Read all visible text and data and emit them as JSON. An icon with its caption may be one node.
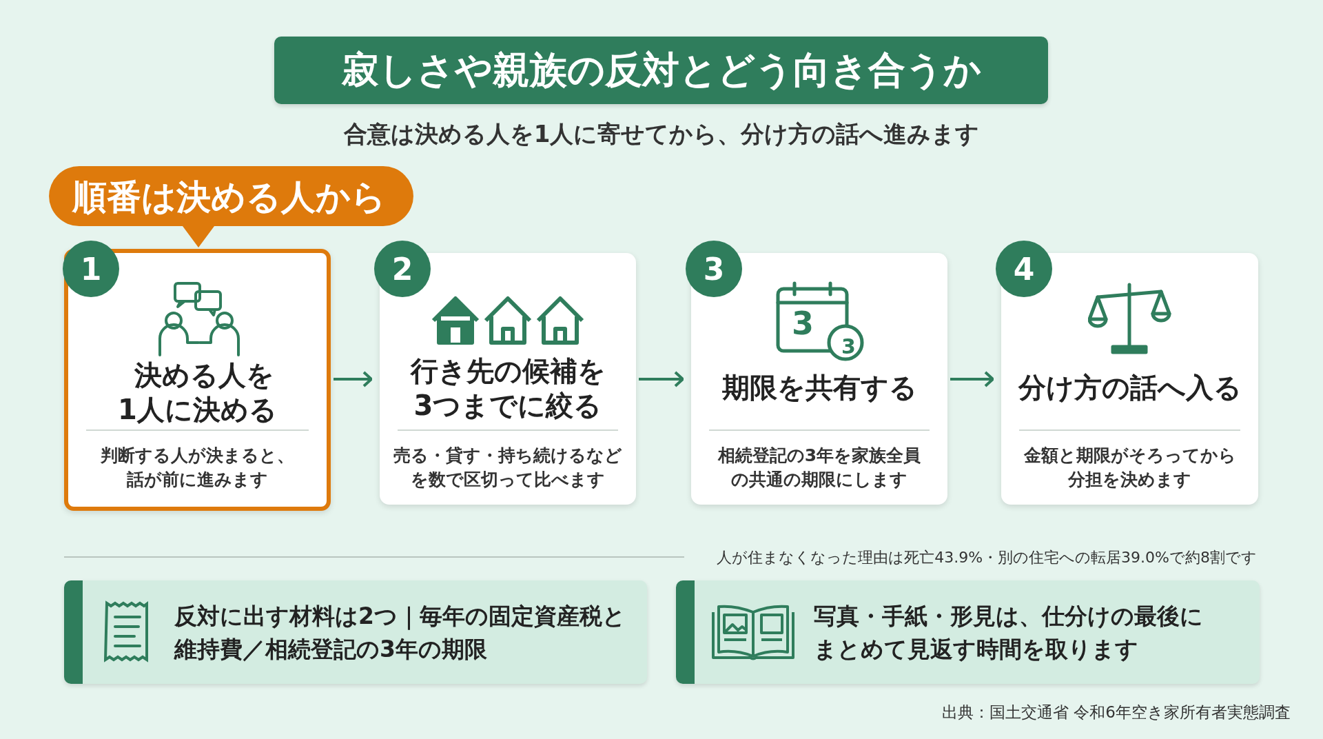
{
  "diagram": {
    "title": "寂しさや親族の反対とどう向き合うか",
    "nodes": [
      {
        "text": [
          "順番は決める人から"
        ]
      },
      {
        "text": [
          "1",
          "決める人を1人に決める",
          "判断する人が決まると、話が前に進みます"
        ]
      },
      {
        "text": [
          "2",
          "行き先の候補を3つまでに絞る",
          "売る・貸す・持ち続けるなどを数で区切って比べます"
        ]
      },
      {
        "text": [
          "3",
          "期限を共有する",
          "相続登記の3年を家族全員の共通の期限にします"
        ]
      },
      {
        "text": [
          "4",
          "分け方の話へ入る",
          "金額と期限がそろってから分担を決めます"
        ]
      },
      {
        "text": [
          "反対に出す材料は2つ｜毎年の固定資産税と維持費／相続登記の3年の期限"
        ]
      },
      {
        "text": [
          "写真・手紙・形見は、仕分けの最後にまとめて見返す時間を取ります"
        ]
      }
    ],
    "edges": [
      {
        "from": 1,
        "to": 2,
        "arrow": "to"
      },
      {
        "from": 2,
        "to": 3,
        "arrow": "to"
      },
      {
        "from": 3,
        "to": 4,
        "arrow": "to"
      }
    ],
    "labels": [
      "合意は決める人を1人に寄せてから、分け方の話へ進みます",
      "3",
      "3",
      "人が住まなくなった理由は死亡43.9%・別の住宅への転居39.0%で約8割です",
      "出典：国土交通省 令和6年空き家所有者実態調査"
    ]
  }
}
